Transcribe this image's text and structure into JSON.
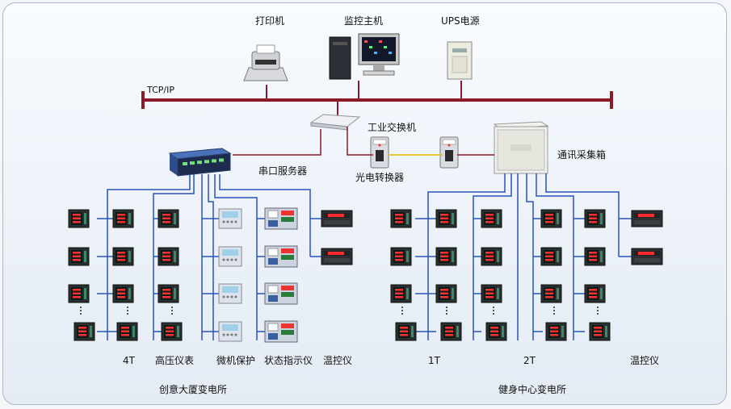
{
  "top_devices": {
    "printer": "打印机",
    "monitor_host": "监控主机",
    "ups": "UPS电源"
  },
  "network": {
    "bus": "TCP/IP",
    "switch": "工业交换机",
    "converter": "光电转换器",
    "serial_server": "串口服务器",
    "comm_box": "通讯采集箱"
  },
  "left_station": {
    "name": "创意大厦变电所",
    "columns": [
      "4T",
      "高压仪表",
      "微机保护",
      "状态指示仪",
      "温控仪"
    ]
  },
  "right_station": {
    "name": "健身中心变电所",
    "columns": [
      "1T",
      "2T",
      "温控仪"
    ]
  },
  "colors": {
    "bus": "#8b1a2a",
    "link": "#2855b8",
    "fiber": "#e6b800",
    "frame": "#aab7cc"
  }
}
